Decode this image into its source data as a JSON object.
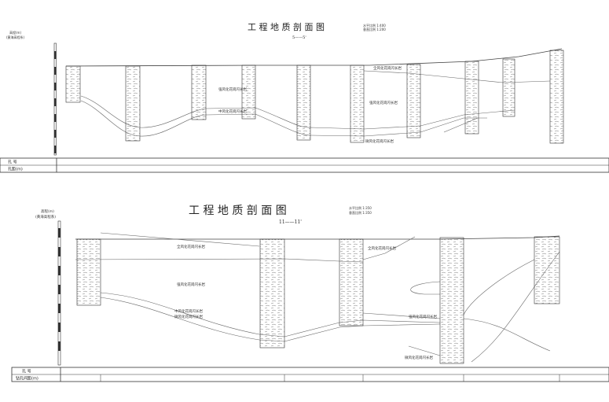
{
  "section_top": {
    "title": "工 程 地 质 剖 面 图",
    "subtitle": "5——5'",
    "scale_h": "水平比例 1:400",
    "scale_v": "垂直比例 1:200",
    "axis_label_1": "高程(m)",
    "axis_label_2": "(黄海高程系)",
    "layers": [
      "全风化花岗闪长岩",
      "强风化花岗闪长岩",
      "中风化花岗闪长岩",
      "微风化花岗闪长岩"
    ],
    "table": {
      "row1": "孔 号",
      "row2": "孔距(m)"
    }
  },
  "section_bottom": {
    "title": "工 程 地 质 剖 面 图",
    "subtitle": "11——11'",
    "scale_h": "水平比例 1:350",
    "scale_v": "垂直比例 1:350",
    "axis_label_1": "高程(m)",
    "axis_label_2": "(黄海高程系)",
    "layers": [
      "全风化花岗闪长岩",
      "强风化花岗闪长岩",
      "中风化花岗闪长岩",
      "微风化花岗闪长岩"
    ],
    "table": {
      "row1": "孔 号",
      "row2": "钻孔间距(m)"
    }
  }
}
